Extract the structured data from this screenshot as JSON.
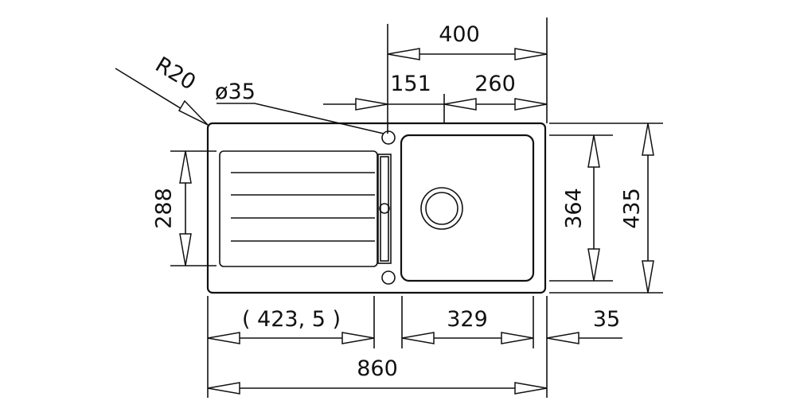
{
  "dimensions": {
    "overall_width": "860",
    "bowl_block_width": "400",
    "hole_to_bowl": "151",
    "bowl_width": "260",
    "radius": "R20",
    "tap_hole": "ø35",
    "overall_depth": "435",
    "bowl_depth": "364",
    "drainer_depth": "288",
    "drainer_length": "( 423, 5 )",
    "bowl_cutout": "329",
    "right_margin": "35"
  }
}
